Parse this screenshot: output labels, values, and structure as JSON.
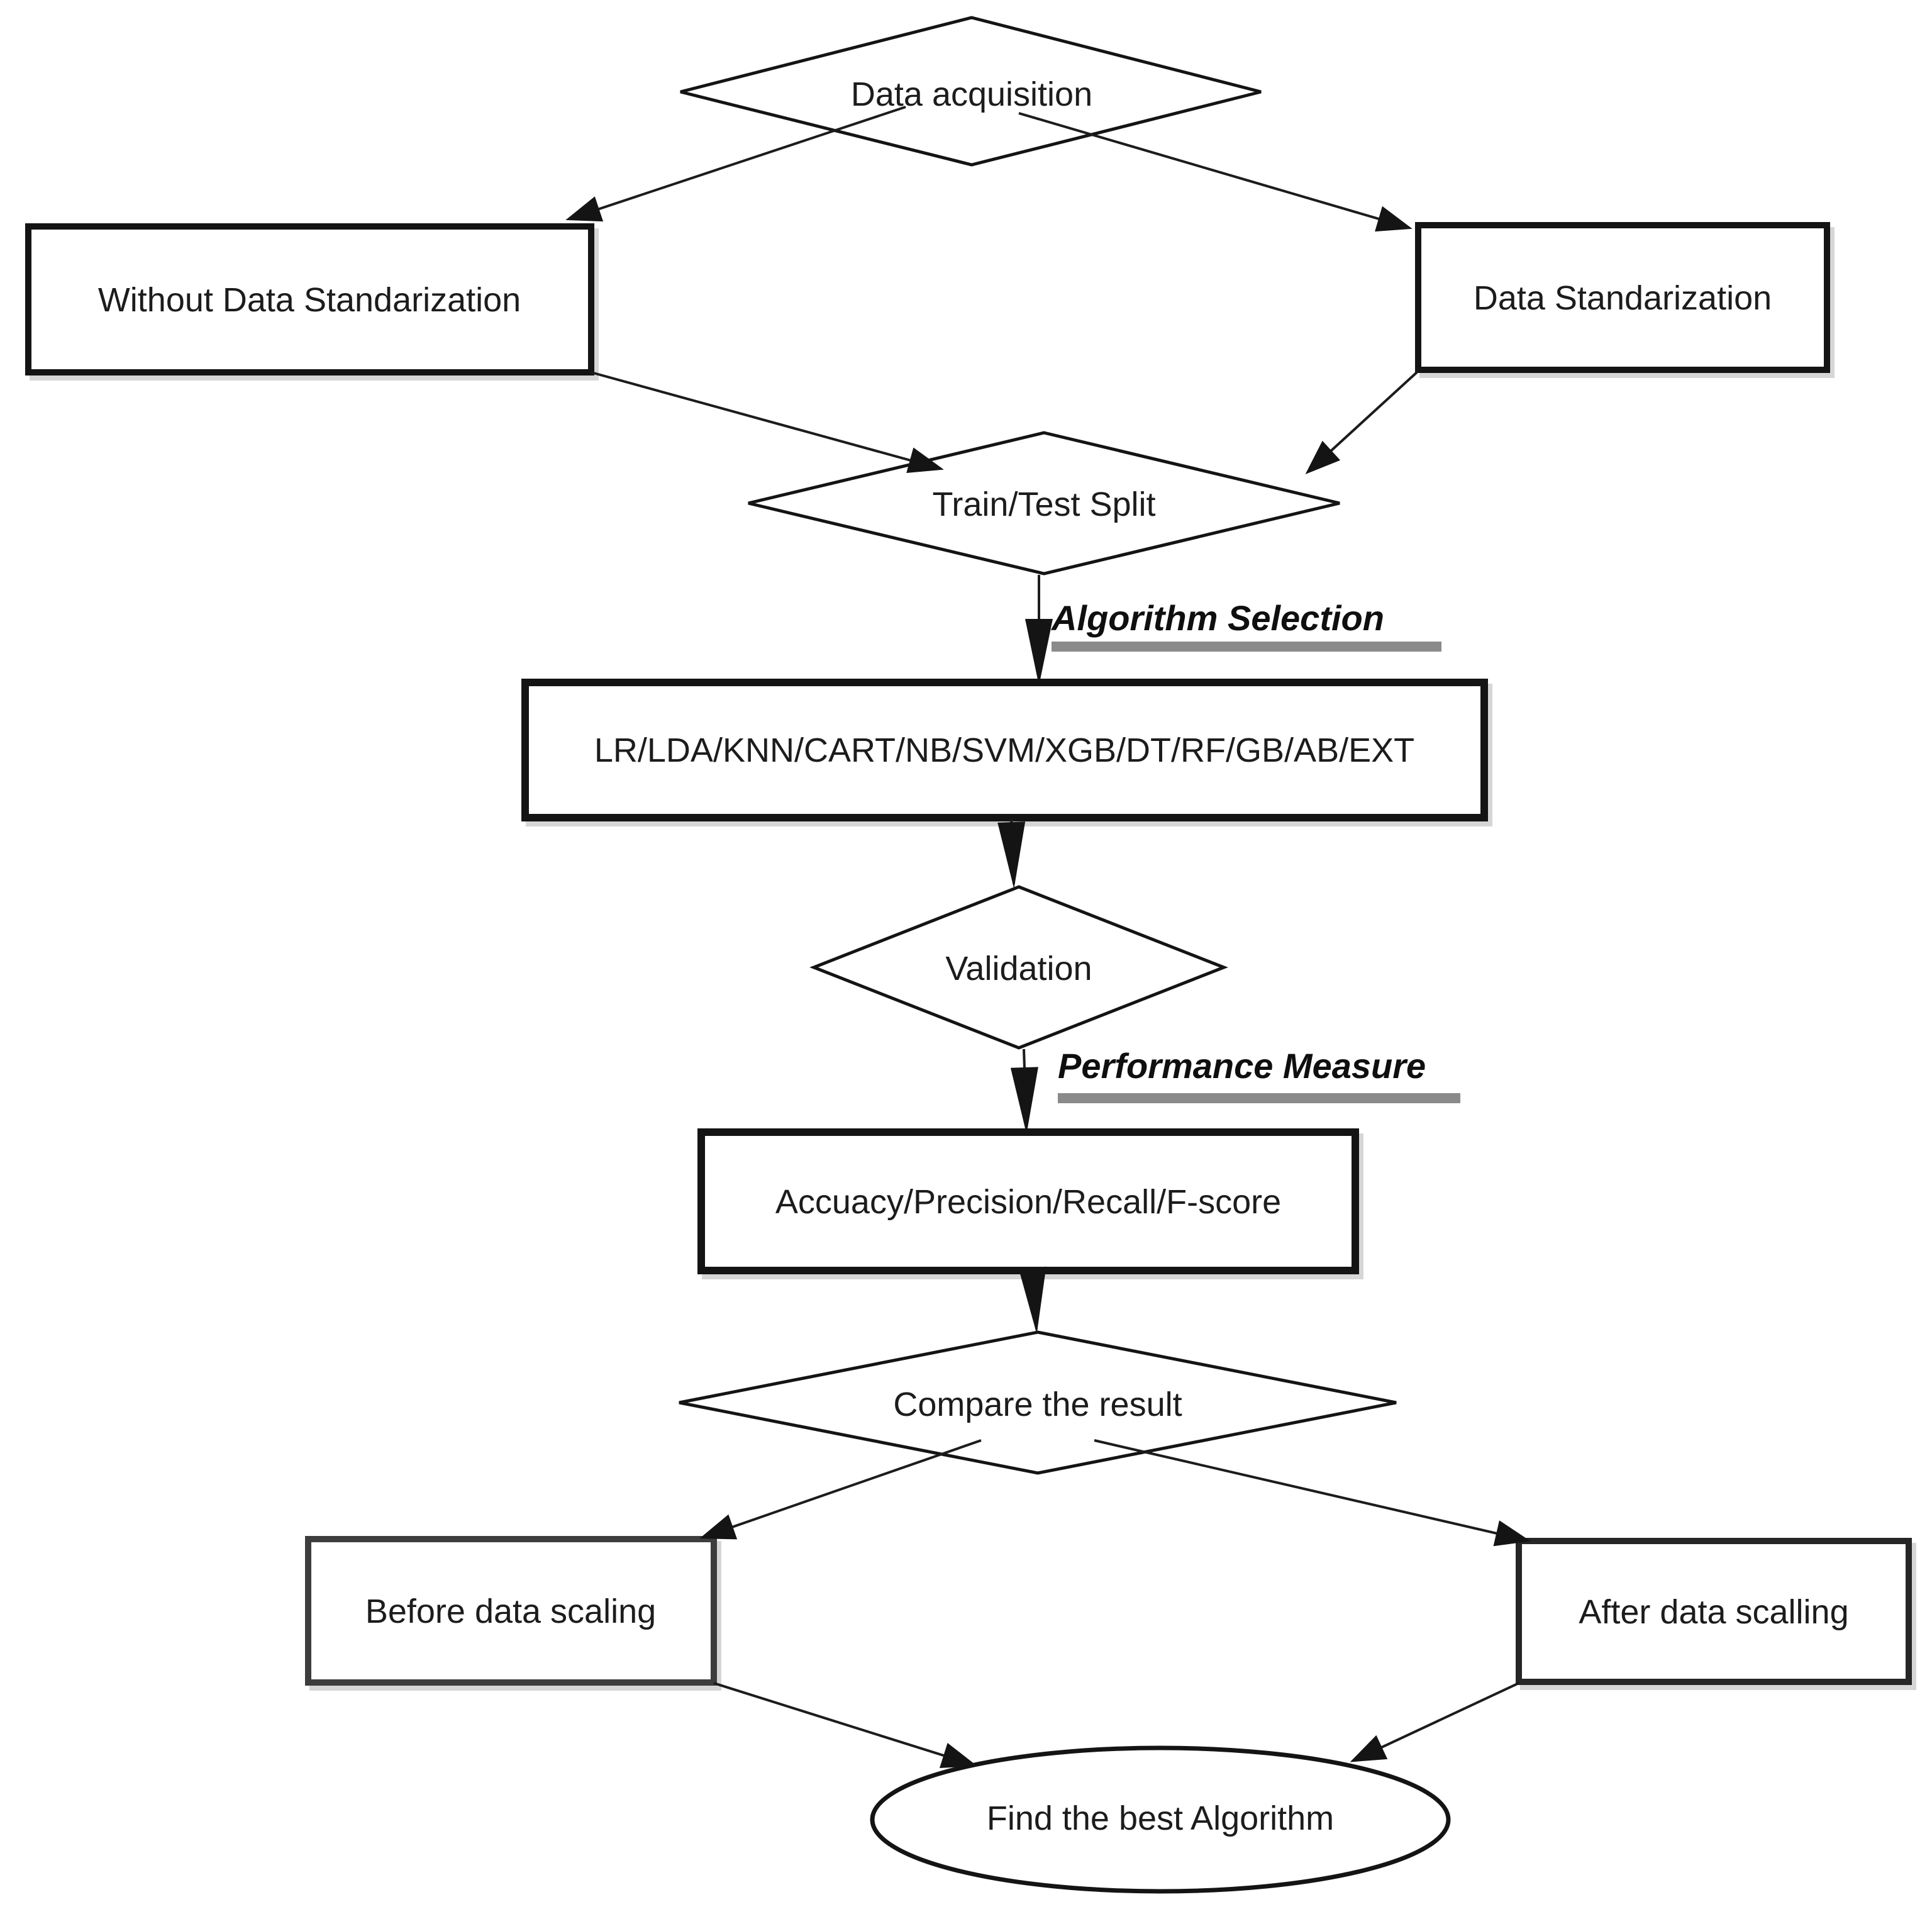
{
  "flowchart": {
    "nodes": [
      {
        "id": "data-acquisition",
        "shape": "diamond",
        "label": "Data acquisition"
      },
      {
        "id": "without-data-standarization",
        "shape": "rect",
        "label": "Without Data Standarization"
      },
      {
        "id": "data-standarization",
        "shape": "rect",
        "label": "Data Standarization"
      },
      {
        "id": "train-test-split",
        "shape": "diamond",
        "label": "Train/Test Split"
      },
      {
        "id": "algorithm-list",
        "shape": "rect",
        "label": "LR/LDA/KNN/CART/NB/SVM/XGB/DT/RF/GB/AB/EXT"
      },
      {
        "id": "validation",
        "shape": "diamond",
        "label": "Validation"
      },
      {
        "id": "performance-metrics",
        "shape": "rect",
        "label": "Accuacy/Precision/Recall/F-score"
      },
      {
        "id": "compare-result",
        "shape": "diamond",
        "label": "Compare the result"
      },
      {
        "id": "before-data-scaling",
        "shape": "rect",
        "label": "Before data scaling"
      },
      {
        "id": "after-data-scalling",
        "shape": "rect",
        "label": "After data scalling"
      },
      {
        "id": "find-best-algorithm",
        "shape": "ellipse",
        "label": "Find the best Algorithm"
      }
    ],
    "edge_labels": [
      {
        "id": "algorithm-selection",
        "label": "Algorithm Selection"
      },
      {
        "id": "performance-measure",
        "label": "Performance Measure"
      }
    ],
    "colors": {
      "background": "#ffffff",
      "line": "#1c1c1c",
      "text": "#1c1c1c",
      "border_dark": "#141414",
      "border_gray": "#3d3d3d",
      "label_underline": "#8a8a8a"
    }
  }
}
